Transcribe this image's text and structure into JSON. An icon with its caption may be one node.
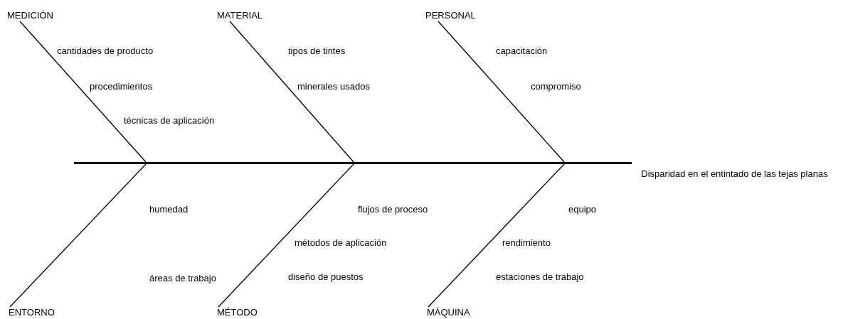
{
  "diagram": {
    "nodes": [
      {
        "text": [
          "MEDICIÓN"
        ]
      },
      {
        "text": [
          "MATERIAL"
        ]
      },
      {
        "text": [
          "PERSONAL"
        ]
      },
      {
        "text": [],
        "shape": "bar"
      },
      {
        "text": [
          "ENTORNO"
        ]
      },
      {
        "text": [
          "MÉTODO"
        ]
      },
      {
        "text": [
          "MÁQUINA"
        ]
      }
    ],
    "edges": [
      {
        "from": 0,
        "to": 3,
        "arrow": "none"
      },
      {
        "from": 1,
        "to": 3,
        "arrow": "none"
      },
      {
        "from": 2,
        "to": 3,
        "arrow": "none"
      },
      {
        "from": 4,
        "to": 3,
        "arrow": "none"
      },
      {
        "from": 5,
        "to": 3,
        "arrow": "none"
      },
      {
        "from": 6,
        "to": 3,
        "arrow": "none"
      }
    ],
    "labels": [
      "cantidades de producto",
      "tipos de tintes",
      "capacitación",
      "procedimientos",
      "minerales usados",
      "compromiso",
      "técnicas de aplicación",
      "Disparidad en el entintado de las tejas planas",
      "humedad",
      "flujos de proceso",
      "equipo",
      "métodos de aplicación",
      "rendimiento",
      "áreas de trabajo",
      "diseño de puestos",
      "estaciones de trabajo"
    ]
  }
}
